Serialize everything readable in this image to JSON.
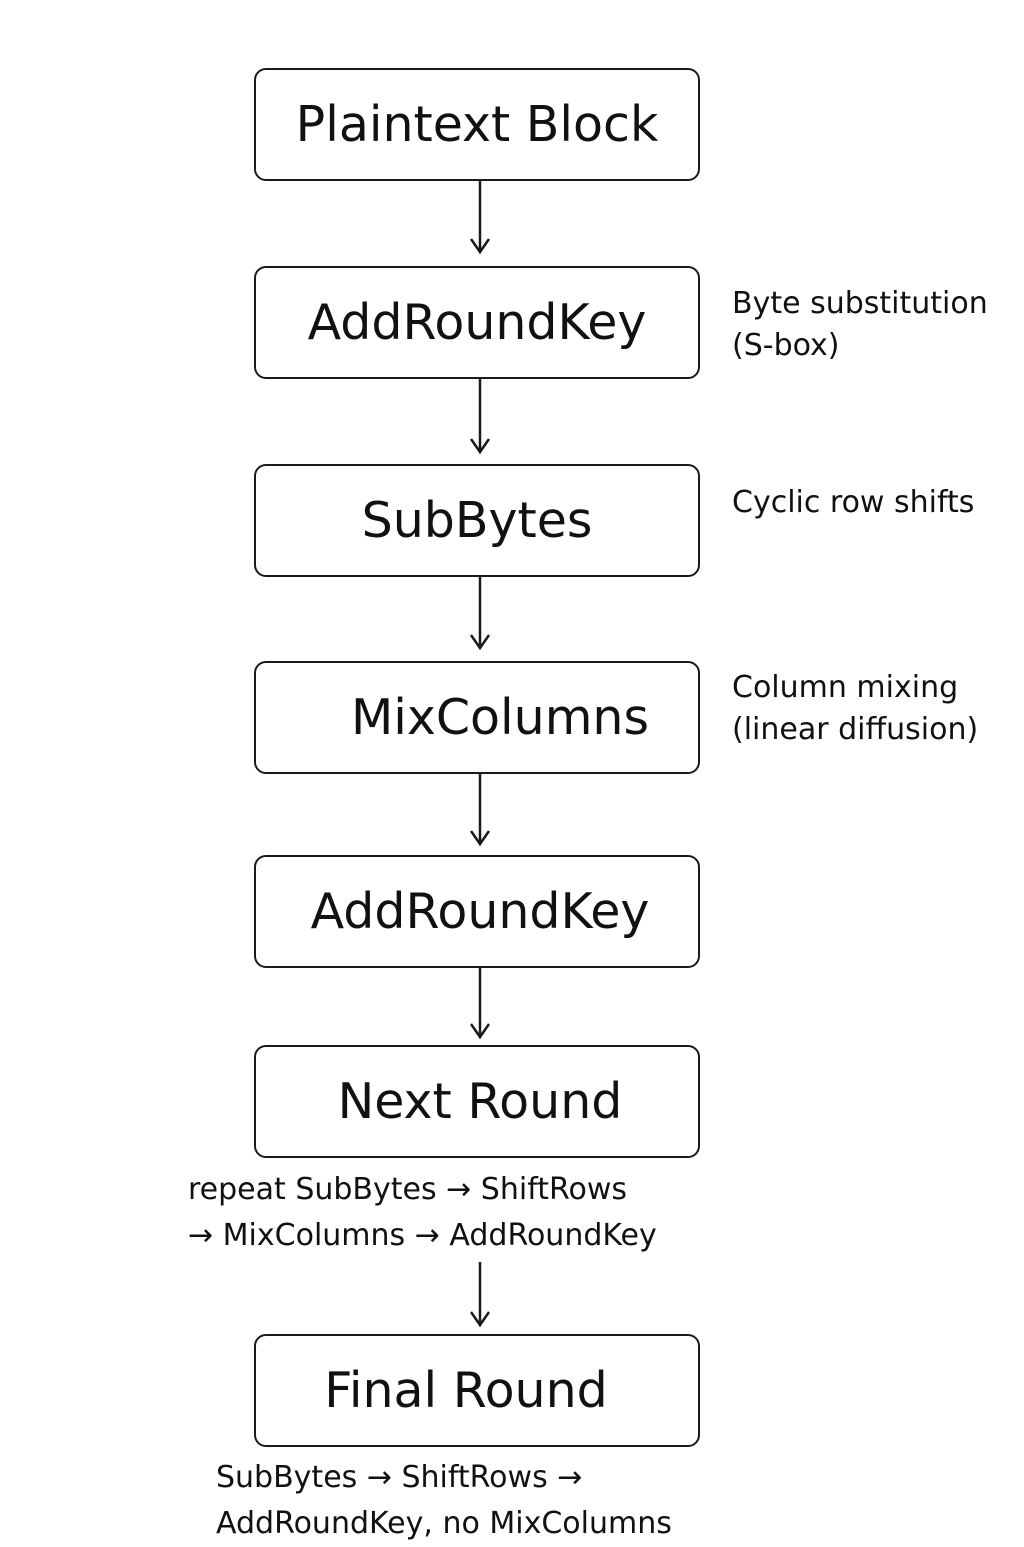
{
  "diagram": {
    "nodes": [
      {
        "label": "Plaintext Block"
      },
      {
        "label": "AddRoundKey"
      },
      {
        "label": "SubBytes"
      },
      {
        "label": "MixColumns"
      },
      {
        "label": "AddRoundKey"
      },
      {
        "label": "Next Round"
      },
      {
        "label": "Final Round"
      }
    ],
    "side_notes": [
      {
        "line1": "Byte substitution",
        "line2": "(S-box)"
      },
      {
        "line1": "Cyclic row shifts"
      },
      {
        "line1": "Column mixing",
        "line2": "(linear diffusion)"
      }
    ],
    "next_round_note": {
      "line1": "repeat SubBytes → ShiftRows",
      "line2": "→ MixColumns → AddRoundKey"
    },
    "final_round_note": {
      "line1": "SubBytes → ShiftRows →",
      "line2": "AddRoundKey, no MixColumns"
    }
  }
}
